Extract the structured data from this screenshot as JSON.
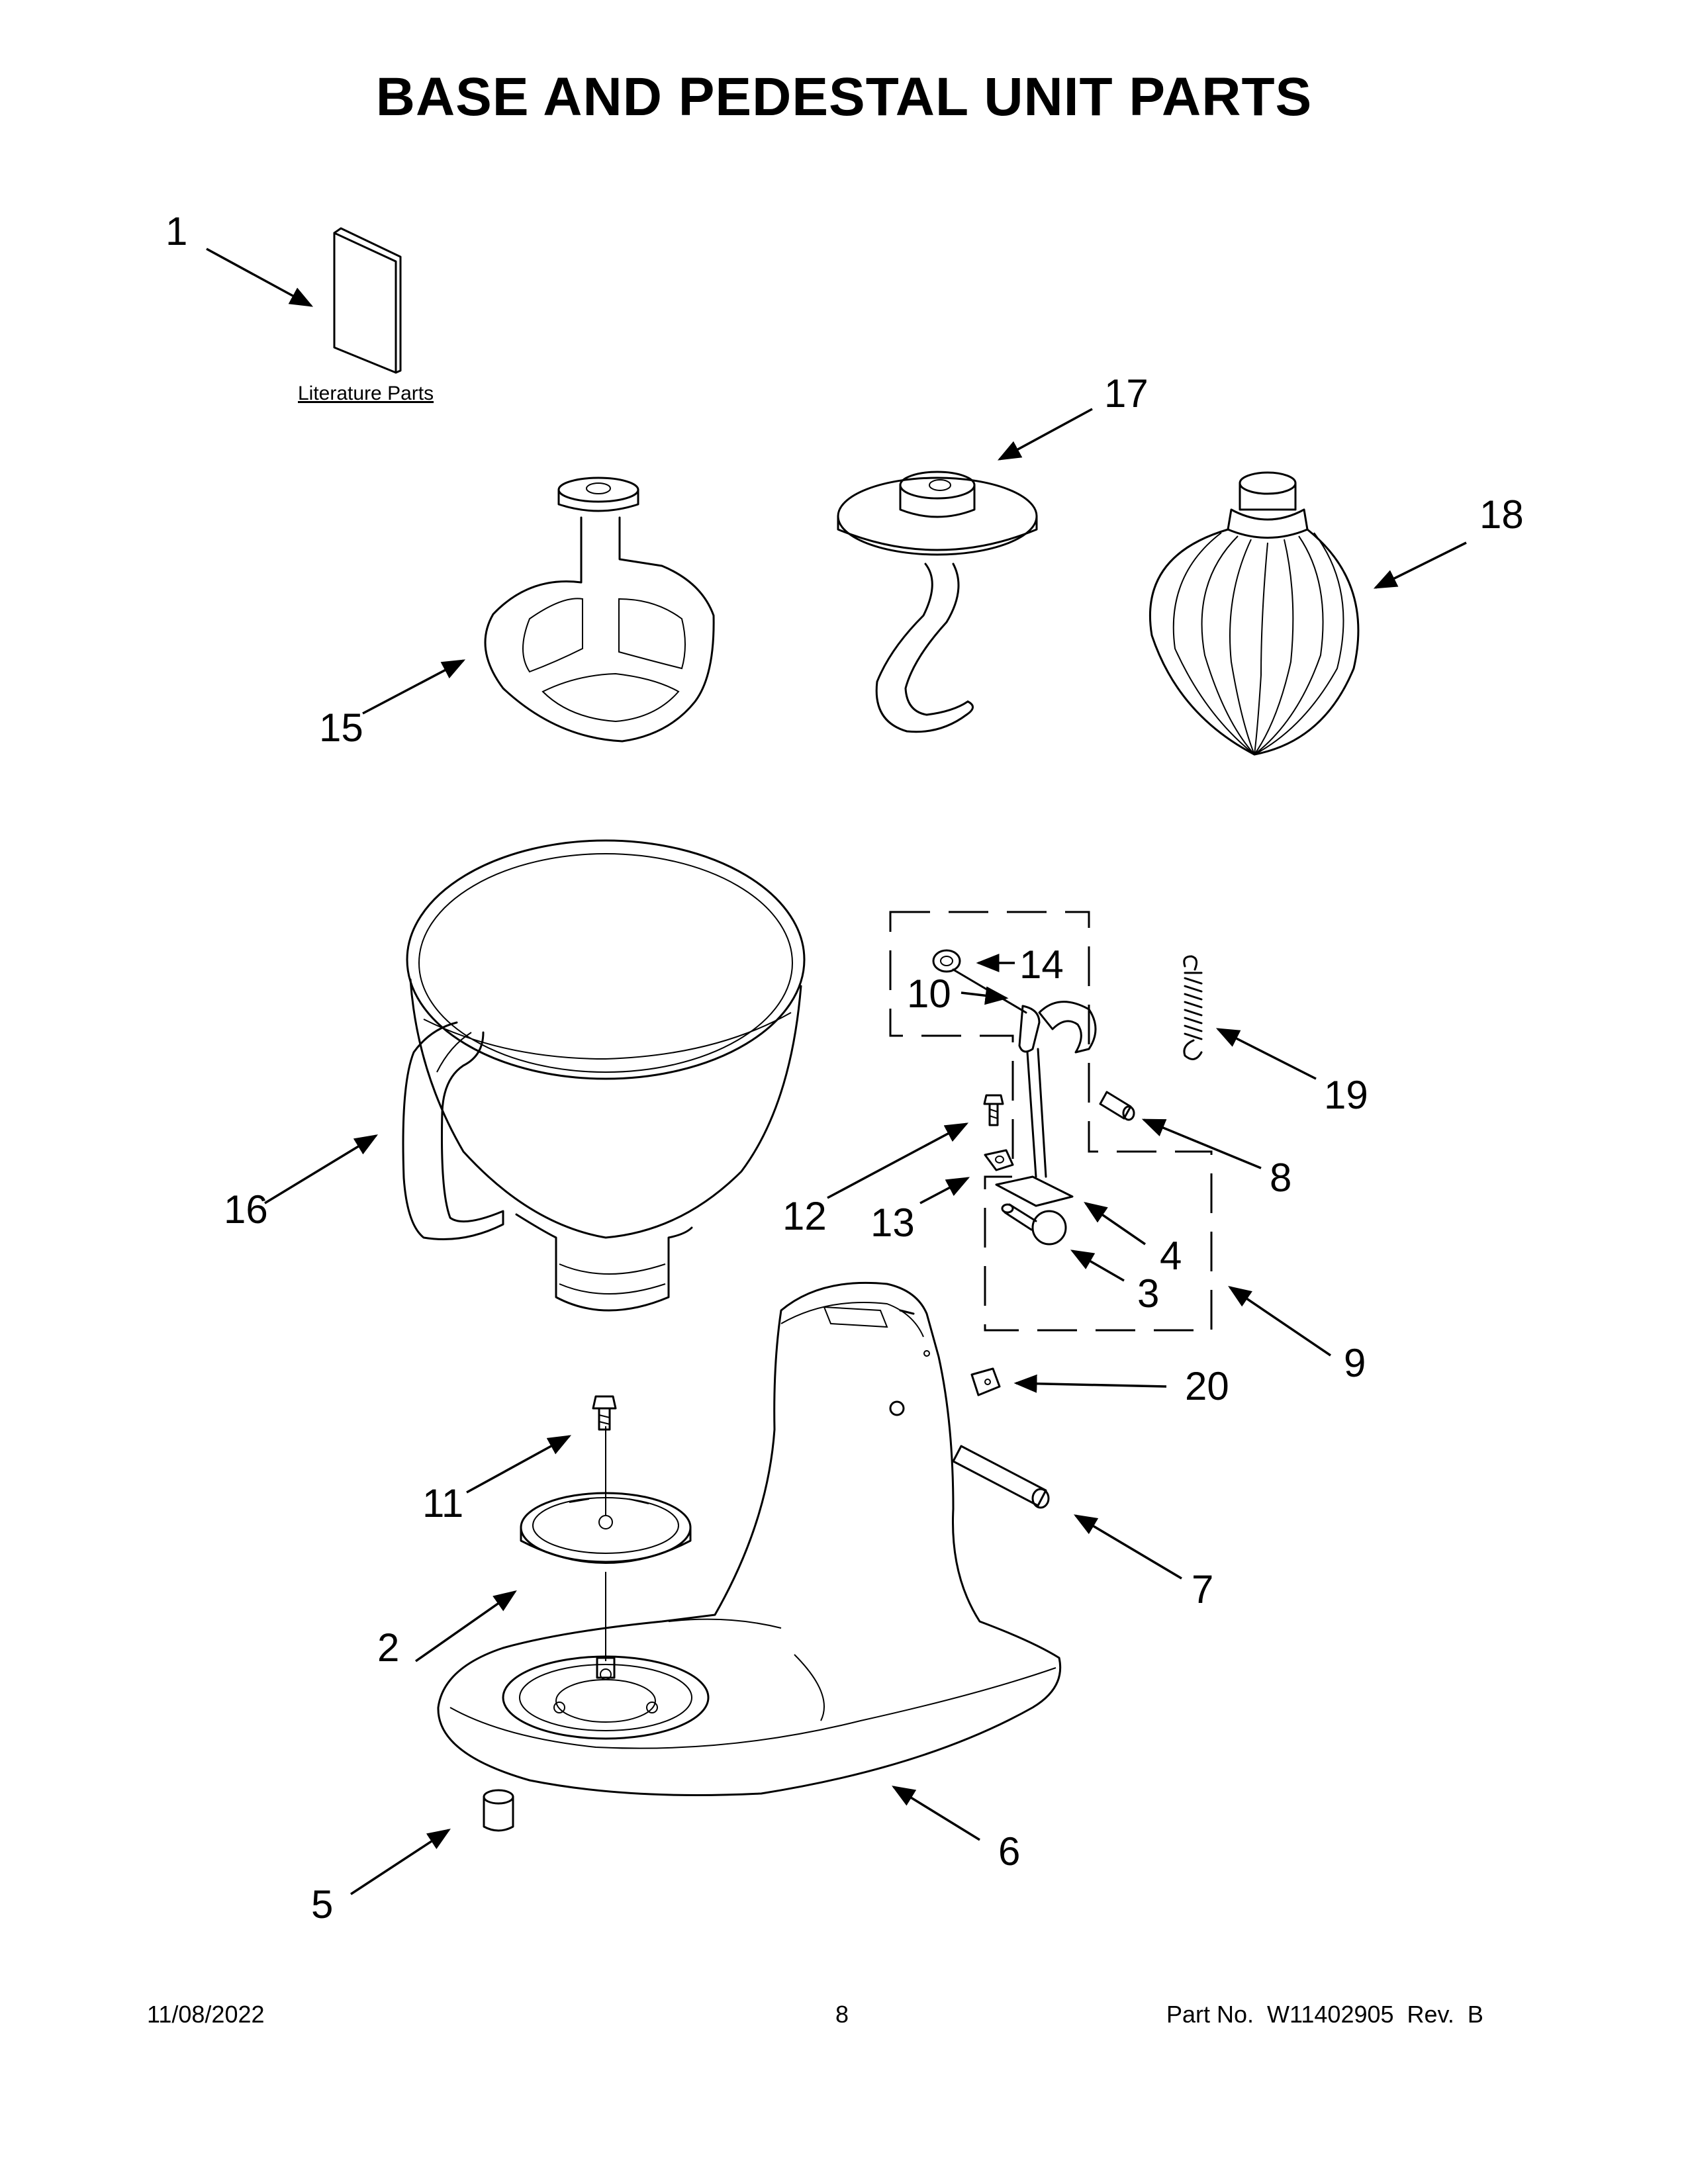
{
  "title": "BASE AND PEDESTAL UNIT PARTS",
  "literature_label": "Literature Parts",
  "callouts": {
    "c1": "1",
    "c2": "2",
    "c3": "3",
    "c4": "4",
    "c5": "5",
    "c6": "6",
    "c7": "7",
    "c8": "8",
    "c9": "9",
    "c10": "10",
    "c11": "11",
    "c12": "12",
    "c13": "13",
    "c14": "14",
    "c15": "15",
    "c16": "16",
    "c17": "17",
    "c18": "18",
    "c19": "19",
    "c20": "20"
  },
  "footer": {
    "date": "11/08/2022",
    "page": "8",
    "part_no": "Part No.  W11402905  Rev.  B"
  }
}
